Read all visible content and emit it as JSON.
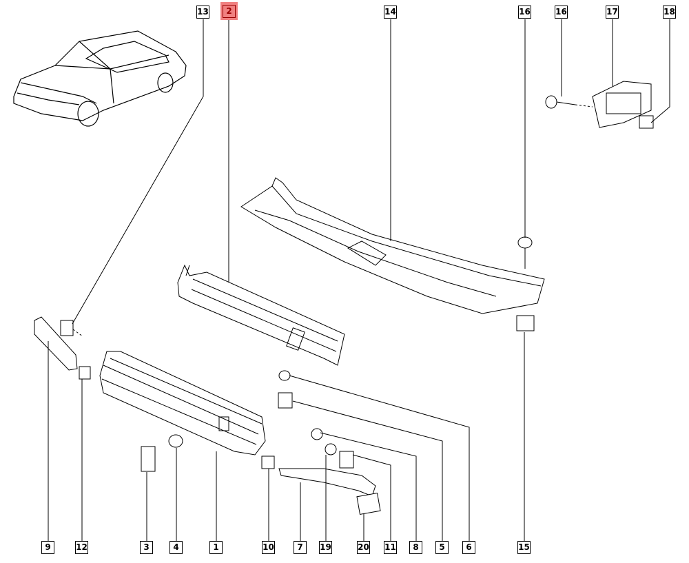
{
  "diagram": {
    "highlight_color": "#f08080",
    "top_labels": [
      "13",
      "2",
      "14",
      "16",
      "16",
      "17",
      "18"
    ],
    "bottom_labels": [
      "9",
      "12",
      "3",
      "4",
      "1",
      "10",
      "7",
      "19",
      "20",
      "11",
      "8",
      "5",
      "6",
      "15"
    ],
    "selected_label": "2"
  }
}
